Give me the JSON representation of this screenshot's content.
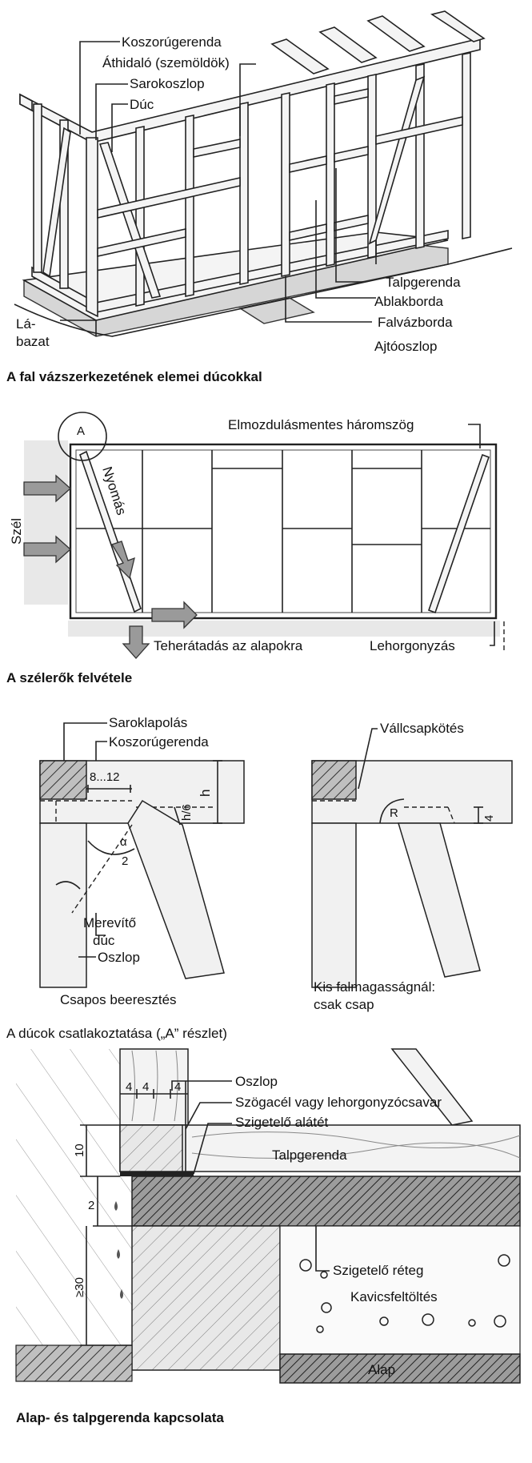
{
  "figure1": {
    "title": "A fal vázszerkezetének elemei dúcokkal",
    "labels": {
      "koszorugerenda": "Koszorúgerenda",
      "athidalo": "Áthidaló (szemöldök)",
      "sarokoszlop": "Sarokoszlop",
      "duc": "Dúc",
      "talpgerenda": "Talpgerenda",
      "ablakborda": "Ablakborda",
      "falvazborda": "Falvázborda",
      "ajtooszlop": "Ajtóoszlop",
      "labazat_1": "Lá-",
      "labazat_2": "bazat"
    }
  },
  "figure2": {
    "title": "A szélerők felvétele",
    "labels": {
      "detail_a": "A",
      "elmozdulasmentes": "Elmozdulásmentes háromszög",
      "nyomas": "Nyomás",
      "szel": "Szél",
      "teheratadas": "Teherátadás az alapokra",
      "lehorgonyzas": "Lehorgonyzás"
    }
  },
  "figure3": {
    "title": "A dúcok csatlakoztatása („A” részlet)",
    "labels": {
      "saroklapolas": "Saroklapolás",
      "koszorugerenda": "Koszorúgerenda",
      "dim_8_12": "8...12",
      "dim_h6": "h/6",
      "dim_h": "h",
      "alpha": "α",
      "two": "2",
      "merevito_1": "Merevítő",
      "merevito_2": "dúc",
      "oszlop": "Oszlop",
      "csapos": "Csapos beeresztés",
      "vallcsap": "Vállcsapkötés",
      "radius": "R",
      "dim_4": "4",
      "kis_1": "Kis falmagasságnál:",
      "kis_2": "csak csap"
    }
  },
  "figure4": {
    "title": "Alap- és talpgerenda kapcsolata",
    "labels": {
      "oszlop": "Oszlop",
      "szogacel": "Szögacél vagy lehorgonyzócsavar",
      "szigetelo_alatet": "Szigetelő alátét",
      "talpgerenda": "Talpgerenda",
      "dim_4a": "4",
      "dim_4b": "4",
      "dim_4c": "4",
      "dim_10": "10",
      "dim_2": "2",
      "dim_30": "≥30",
      "szigetelo_reteg": "Szigetelő réteg",
      "kavics": "Kavicsfeltöltés",
      "alap": "Alap"
    }
  }
}
